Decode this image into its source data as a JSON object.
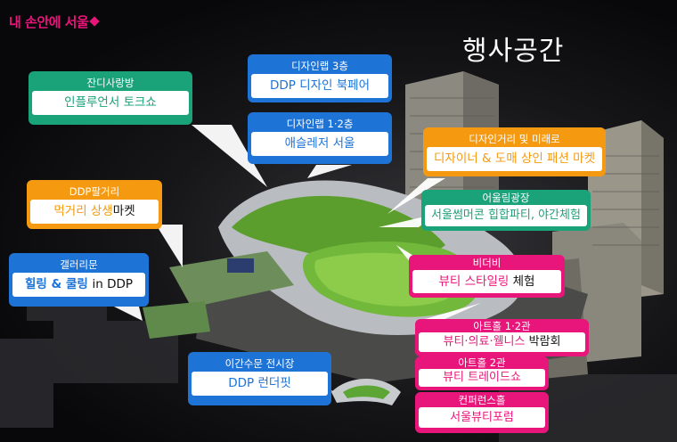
{
  "brand": {
    "logo_text": "내 손안에 서울",
    "accent": "#e8157a"
  },
  "page": {
    "title": "행사공간"
  },
  "colors": {
    "blue": "#1e73d7",
    "green": "#1aa278",
    "orange": "#f59a10",
    "pink": "#e8157a"
  },
  "callouts": {
    "lab3": {
      "header": "디자인랩 3층",
      "body": "DDP 디자인 북페어"
    },
    "lab12": {
      "header": "디자인랩 1·2층",
      "body": "애슬레저 서울"
    },
    "grass": {
      "header": "잔디사랑방",
      "body": "인플루언서 토크쇼"
    },
    "street": {
      "header": "디자인거리 및 미래로",
      "body": "디자이너 & 도매 상인 패션 마켓"
    },
    "square": {
      "header": "어울림광장",
      "body": "서울썸머콘 힙합파티, 야간체험"
    },
    "food": {
      "header": "DDP팔거리",
      "body_main": "먹거리 상생",
      "body_tail": "마켓"
    },
    "gallery": {
      "header": "갤러리문",
      "body_main": "힐링 & 쿨링 ",
      "body_tail": "in DDP"
    },
    "bdb": {
      "header": "비더비",
      "body_main": "뷰티 스타일링 ",
      "body_tail": "체험"
    },
    "art12": {
      "header": "아트홀 1·2관",
      "body_main": "뷰티·의료·웰니스 ",
      "body_tail": "박람회"
    },
    "art2": {
      "header": "아트홀 2관",
      "body": "뷰티 트레이드쇼"
    },
    "conf": {
      "header": "컨퍼런스홀",
      "body": "서울뷰티포럼"
    },
    "night": {
      "header": "이간수문 전시장",
      "body": "DDP 런더핏"
    }
  }
}
